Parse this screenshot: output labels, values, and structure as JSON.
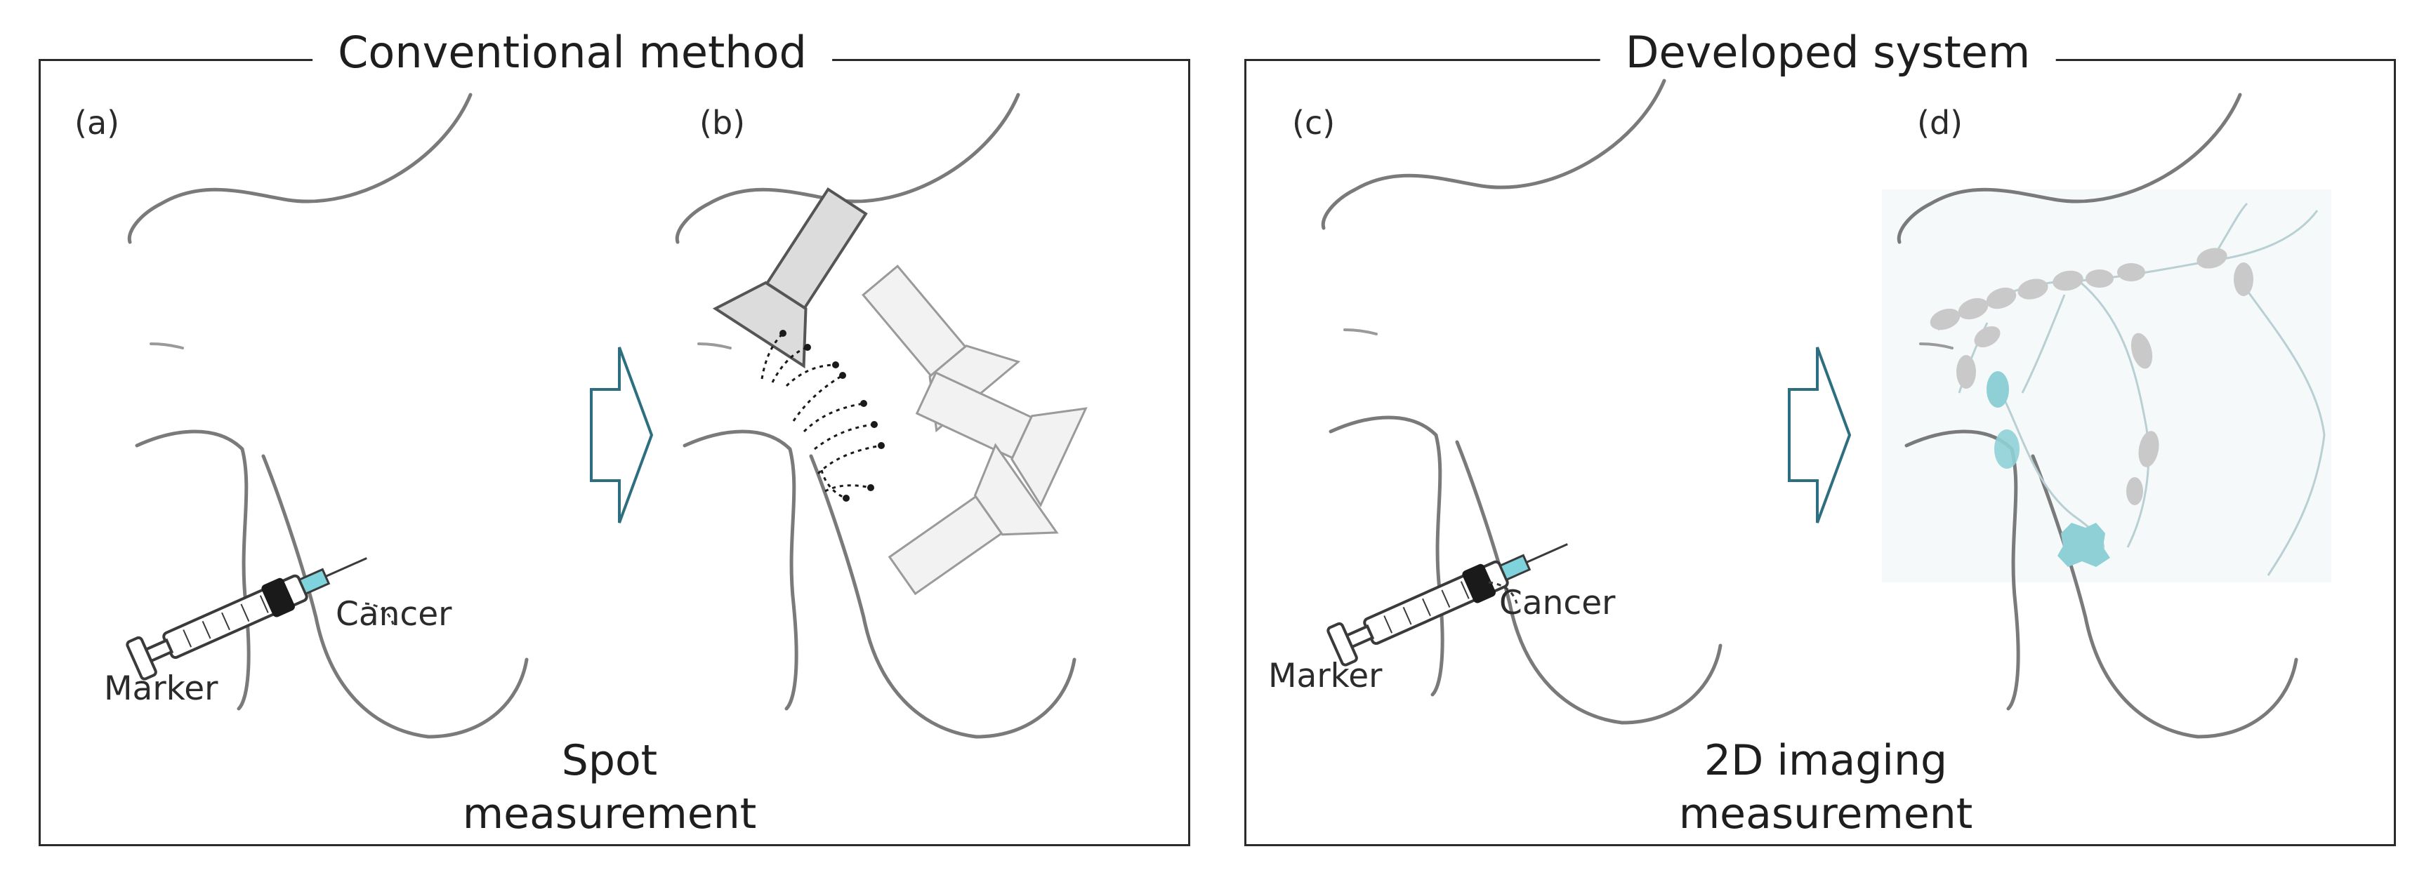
{
  "panels": {
    "conventional": {
      "title": "Conventional method",
      "caption_line1": "Spot",
      "caption_line2": "measurement"
    },
    "developed": {
      "title": "Developed system",
      "caption_line1": "2D imaging",
      "caption_line2": "measurement"
    }
  },
  "subpanels": {
    "a": {
      "label": "(a)",
      "marker_label": "Marker",
      "cancer_label": "Cancer"
    },
    "b": {
      "label": "(b)"
    },
    "c": {
      "label": "(c)",
      "marker_label": "Marker",
      "cancer_label": "Cancer"
    },
    "d": {
      "label": "(d)"
    }
  },
  "colors": {
    "outline": "#2b2b2b",
    "body_line": "#7a7a7a",
    "arrow": "#2d6f80",
    "probe_dark": "#dcdcdc",
    "probe_light": "#f2f2f2",
    "lymph_node": "#c9c9c9",
    "fluorescent": "#8fd0d6"
  },
  "icons": {
    "arrow": "right-arrow-icon",
    "syringe": "syringe-icon",
    "probe": "probe-icon"
  }
}
